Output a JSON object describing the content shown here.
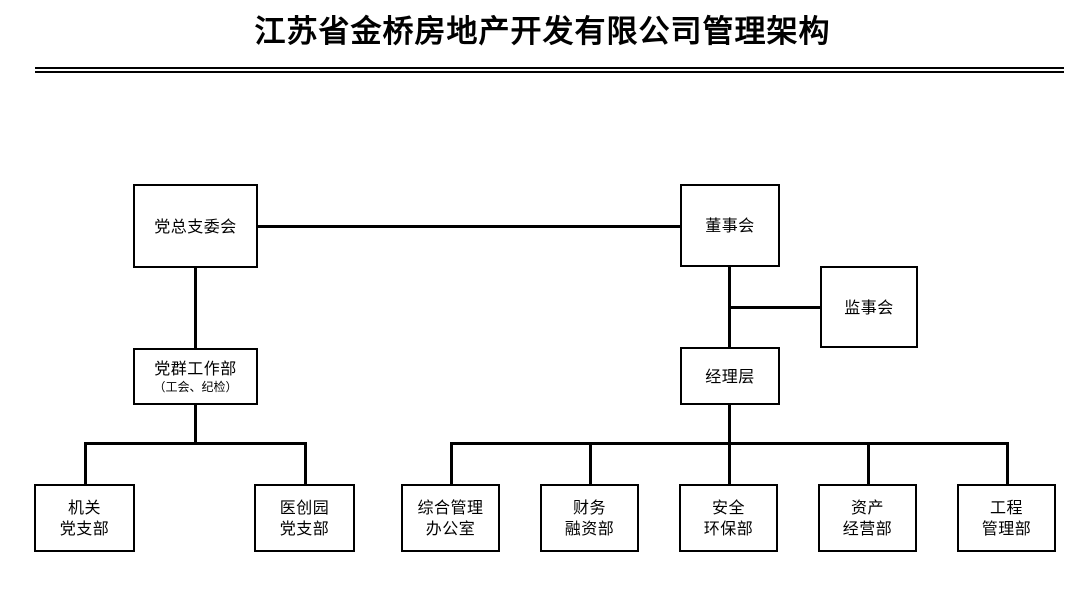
{
  "title": "江苏省金桥房地产开发有限公司管理架构",
  "chart_data": {
    "type": "diagram",
    "diagram_kind": "organization-chart",
    "title": "江苏省金桥房地产开发有限公司管理架构",
    "orientation": "top-down",
    "nodes": [
      {
        "id": "party-committee",
        "label": "党总支委会",
        "sub": "",
        "level": 1,
        "branch": "party"
      },
      {
        "id": "board",
        "label": "董事会",
        "sub": "",
        "level": 1,
        "branch": "corporate"
      },
      {
        "id": "supervisors",
        "label": "监事会",
        "sub": "",
        "level": 2,
        "branch": "corporate"
      },
      {
        "id": "party-work-dept",
        "label": "党群工作部",
        "sub": "（工会、纪检）",
        "level": 2,
        "branch": "party"
      },
      {
        "id": "management",
        "label": "经理层",
        "sub": "",
        "level": 2,
        "branch": "corporate"
      },
      {
        "id": "jiguan-branch",
        "label": "机关",
        "sub2": "党支部",
        "level": 3,
        "branch": "party"
      },
      {
        "id": "yichuangyuan",
        "label": "医创园",
        "sub2": "党支部",
        "level": 3,
        "branch": "party"
      },
      {
        "id": "general-office",
        "label": "综合管理",
        "sub2": "办公室",
        "level": 3,
        "branch": "corporate"
      },
      {
        "id": "finance-dept",
        "label": "财务",
        "sub2": "融资部",
        "level": 3,
        "branch": "corporate"
      },
      {
        "id": "safety-dept",
        "label": "安全",
        "sub2": "环保部",
        "level": 3,
        "branch": "corporate"
      },
      {
        "id": "asset-dept",
        "label": "资产",
        "sub2": "经营部",
        "level": 3,
        "branch": "corporate"
      },
      {
        "id": "engineering-dept",
        "label": "工程",
        "sub2": "管理部",
        "level": 3,
        "branch": "corporate"
      }
    ],
    "edges": [
      {
        "from": "party-committee",
        "to": "board",
        "style": "horizontal"
      },
      {
        "from": "party-committee",
        "to": "party-work-dept",
        "style": "vertical"
      },
      {
        "from": "board",
        "to": "supervisors",
        "style": "elbow-right"
      },
      {
        "from": "board",
        "to": "management",
        "style": "vertical"
      },
      {
        "from": "party-work-dept",
        "to": "jiguan-branch",
        "style": "bus"
      },
      {
        "from": "party-work-dept",
        "to": "yichuangyuan",
        "style": "bus"
      },
      {
        "from": "management",
        "to": "general-office",
        "style": "bus"
      },
      {
        "from": "management",
        "to": "finance-dept",
        "style": "bus"
      },
      {
        "from": "management",
        "to": "safety-dept",
        "style": "bus"
      },
      {
        "from": "management",
        "to": "asset-dept",
        "style": "bus"
      },
      {
        "from": "management",
        "to": "engineering-dept",
        "style": "bus"
      }
    ],
    "colors": {
      "background": "#ffffff",
      "box_border": "#000000",
      "box_fill": "#ffffff",
      "connector": "#000000",
      "text": "#000000"
    }
  },
  "nodes": {
    "party_committee": {
      "label": "党总支委会"
    },
    "board": {
      "label": "董事会"
    },
    "supervisors": {
      "label": "监事会"
    },
    "party_work_dept": {
      "label": "党群工作部",
      "sub": "（工会、纪检）"
    },
    "management": {
      "label": "经理层"
    },
    "jiguan_branch": {
      "line1": "机关",
      "line2": "党支部"
    },
    "yichuangyuan": {
      "line1": "医创园",
      "line2": "党支部"
    },
    "general_office": {
      "line1": "综合管理",
      "line2": "办公室"
    },
    "finance_dept": {
      "line1": "财务",
      "line2": "融资部"
    },
    "safety_dept": {
      "line1": "安全",
      "line2": "环保部"
    },
    "asset_dept": {
      "line1": "资产",
      "line2": "经营部"
    },
    "engineering_dept": {
      "line1": "工程",
      "line2": "管理部"
    }
  }
}
